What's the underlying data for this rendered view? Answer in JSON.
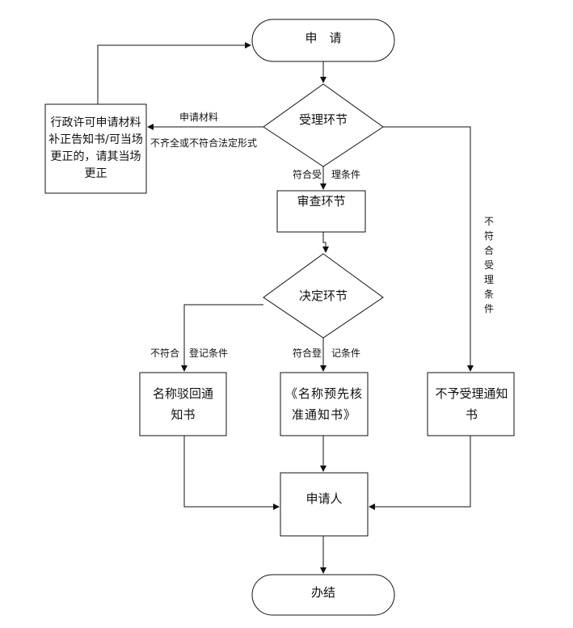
{
  "nodes": {
    "apply": "申　请",
    "acceptance": "受理环节",
    "review": "审查环节",
    "decision": "决定环节",
    "correction": "行政许可申请材料补正告知书/可当场更正的，请其当场更正",
    "reject_notice": "名称驳回通知书",
    "preapproval_notice": "《名称预先核准通知书》",
    "not_accepted_notice": "不予受理通知书",
    "applicant": "申请人",
    "done": "办结"
  },
  "edges": {
    "materials": "申请材料",
    "incomplete": "不齐全或不符合法定形式",
    "meets_acceptance": "符合受　理条件",
    "not_meets_acceptance": "不符合受理条件",
    "not_meets_registration": "不符合　登记条件",
    "meets_registration": "符合登　记条件"
  }
}
